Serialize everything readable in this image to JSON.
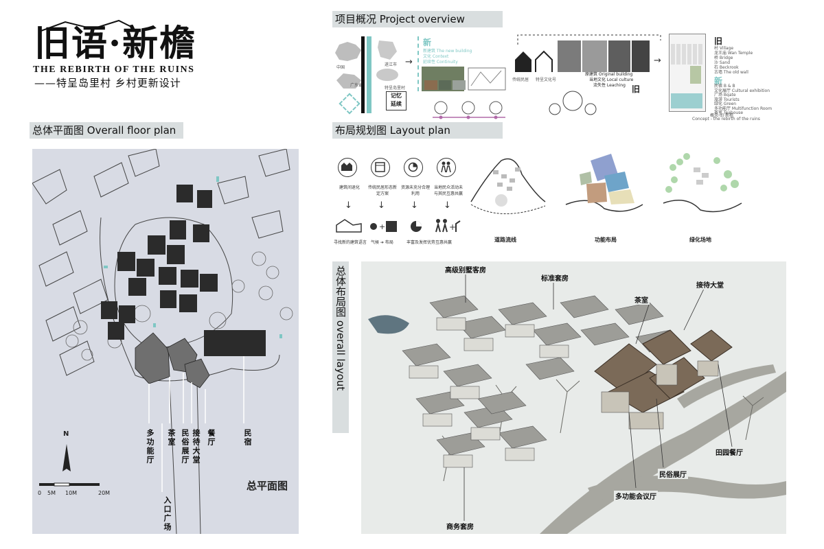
{
  "title": {
    "cn": "旧语·新檐",
    "en": "THE REBIRTH OF THE RUINS",
    "sub": "——特呈岛里村  乡村更新设计"
  },
  "sections": {
    "overview": "项目概况  Project overview",
    "floor_plan": "总体平面图  Overall floor plan",
    "layout_plan": "布局规划图  Layout plan",
    "overall_layout": "总体布局图  overall layout"
  },
  "overview": {
    "map_labels": [
      "中国",
      "广东省",
      "遂江市",
      "特呈岛里村"
    ],
    "new_char": "新",
    "new_lines": [
      "新建筑  The new building",
      "文化  Context",
      "延续性  Continuity"
    ],
    "old_char": "旧",
    "old_lines": [
      "原建筑  Original building",
      "当地文化  Local culture",
      "流失性  Leaching"
    ],
    "captions": [
      "传统民居",
      "特呈文化号"
    ],
    "concept": "Concept - the rebirth of the ruins",
    "concept_cn": "概念-旧·新檐",
    "stamp": [
      "记忆",
      "延续"
    ],
    "old_legend": [
      "村  Village",
      "龙王庙  Wan Temple",
      "桥  Bridge",
      "沙  Sand",
      "石  Beckrook",
      "古墙  The old wall"
    ],
    "new_legend": [
      "民宿  B & B",
      "文化展厅  Cultural exhibition",
      "广场  Bqate",
      "旅游  Tourists",
      "绿化  Green",
      "多功能厅  Multifunction Room",
      "茶室  Teahouse"
    ]
  },
  "layout_plan": {
    "icon_labels": [
      "建筑间退化",
      "传统民居形态新定方案",
      "资源未充分合理利用",
      "当地民众活动未与其民互惠共赢"
    ],
    "result_labels": [
      "寻找新的建筑语言",
      "气候 ➔ 布局",
      "丰富及发挥优势",
      "互惠共赢"
    ],
    "diagram_captions": [
      "道路流线",
      "功能布局",
      "绿化场地"
    ]
  },
  "floor_plan": {
    "labels": [
      "多功能厅",
      "茶室",
      "民俗展厅",
      "接待大堂",
      "餐厅",
      "民宿"
    ],
    "entrance": "入口广场",
    "north": "N",
    "scale": [
      "0",
      "5M",
      "10M",
      "20M"
    ],
    "caption": "总平面图"
  },
  "overall": {
    "tags": [
      "高级别墅客房",
      "标准套房",
      "接待大堂",
      "茶室",
      "田园餐厅",
      "民俗展厅",
      "多功能会议厅",
      "商务套房"
    ]
  },
  "colors": {
    "header_bar": "#d9dedf",
    "floor_bg": "#d8dbe4",
    "overall_bg": "#e8ebe9",
    "accent_teal": "#7fc7c4",
    "accent_purple": "#b06aa8"
  }
}
